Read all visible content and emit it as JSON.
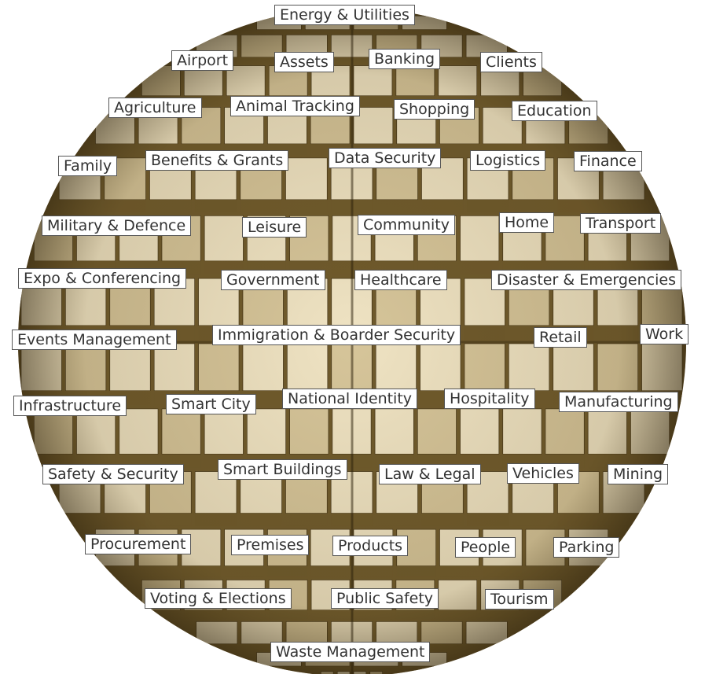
{
  "colors": {
    "box_light": "#efe3c3",
    "box_mid": "#d6c59a",
    "box_dark": "#6f5a2c",
    "shadow": "#3a2c12",
    "label_border": "#555555",
    "label_text": "#333333"
  },
  "labels": {
    "energy_utilities": "Energy & Utilities",
    "airport": "Airport",
    "assets": "Assets",
    "banking": "Banking",
    "clients": "Clients",
    "agriculture": "Agriculture",
    "animal_tracking": "Animal Tracking",
    "shopping": "Shopping",
    "education": "Education",
    "family": "Family",
    "benefits_grants": "Benefits & Grants",
    "data_security": "Data Security",
    "logistics": "Logistics",
    "finance": "Finance",
    "military_defence": "Military & Defence",
    "leisure": "Leisure",
    "community": "Community",
    "home": "Home",
    "transport": "Transport",
    "expo_conferencing": "Expo & Conferencing",
    "government": "Government",
    "healthcare": "Healthcare",
    "disaster_emergencies": "Disaster & Emergencies",
    "events_management": "Events Management",
    "immigration_border_security": "Immigration & Boarder Security",
    "retail": "Retail",
    "work": "Work",
    "infrastructure": "Infrastructure",
    "smart_city": "Smart City",
    "national_identity": "National Identity",
    "hospitality": "Hospitality",
    "manufacturing": "Manufacturing",
    "safety_security": "Safety & Security",
    "smart_buildings": "Smart Buildings",
    "law_legal": "Law & Legal",
    "vehicles": "Vehicles",
    "mining": "Mining",
    "procurement": "Procurement",
    "premises": "Premises",
    "products": "Products",
    "people": "People",
    "parking": "Parking",
    "voting_elections": "Voting & Elections",
    "public_safety": "Public Safety",
    "tourism": "Tourism",
    "waste_management": "Waste Management"
  }
}
